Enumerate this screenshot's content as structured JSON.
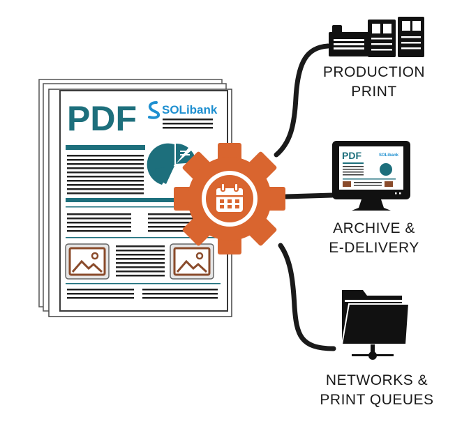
{
  "document": {
    "title": "PDF",
    "brand": "SOLibank"
  },
  "outputs": [
    {
      "line1": "PRODUCTION",
      "line2": "PRINT",
      "icon": "printer-icon"
    },
    {
      "line1": "ARCHIVE &",
      "line2": "E-DELIVERY",
      "icon": "monitor-icon"
    },
    {
      "line1": "NETWORKS &",
      "line2": "PRINT QUEUES",
      "icon": "network-folder-icon"
    }
  ],
  "monitor_screen": {
    "title": "PDF",
    "brand": "SOLibank"
  },
  "hub": {
    "icon": "calendar-gear-icon"
  },
  "colors": {
    "teal": "#1d6f7c",
    "orange": "#d9652f",
    "blue": "#1e8fd0",
    "ink": "#111111"
  }
}
